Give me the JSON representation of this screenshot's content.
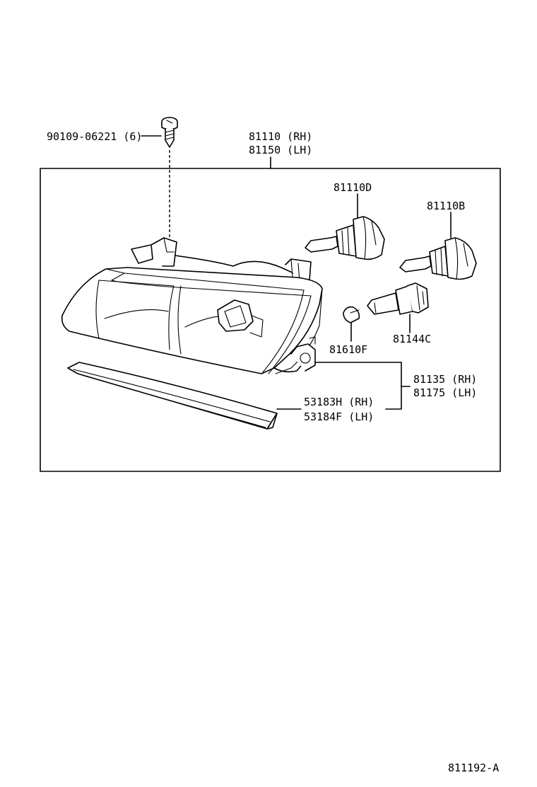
{
  "callouts": {
    "screw": "90109-06221 (6)",
    "headlamp_rh": "81110 (RH)",
    "headlamp_lh": "81150 (LH)",
    "bulb_d": "81110D",
    "bulb_b": "81110B",
    "wedge_bulb": "81610F",
    "socket": "81144C",
    "side_rh": "81135 (RH)",
    "side_lh": "81175 (LH)",
    "moulding_rh": "53183H (RH)",
    "moulding_lh": "53184F (LH)"
  },
  "illustration_code": "811192-A"
}
